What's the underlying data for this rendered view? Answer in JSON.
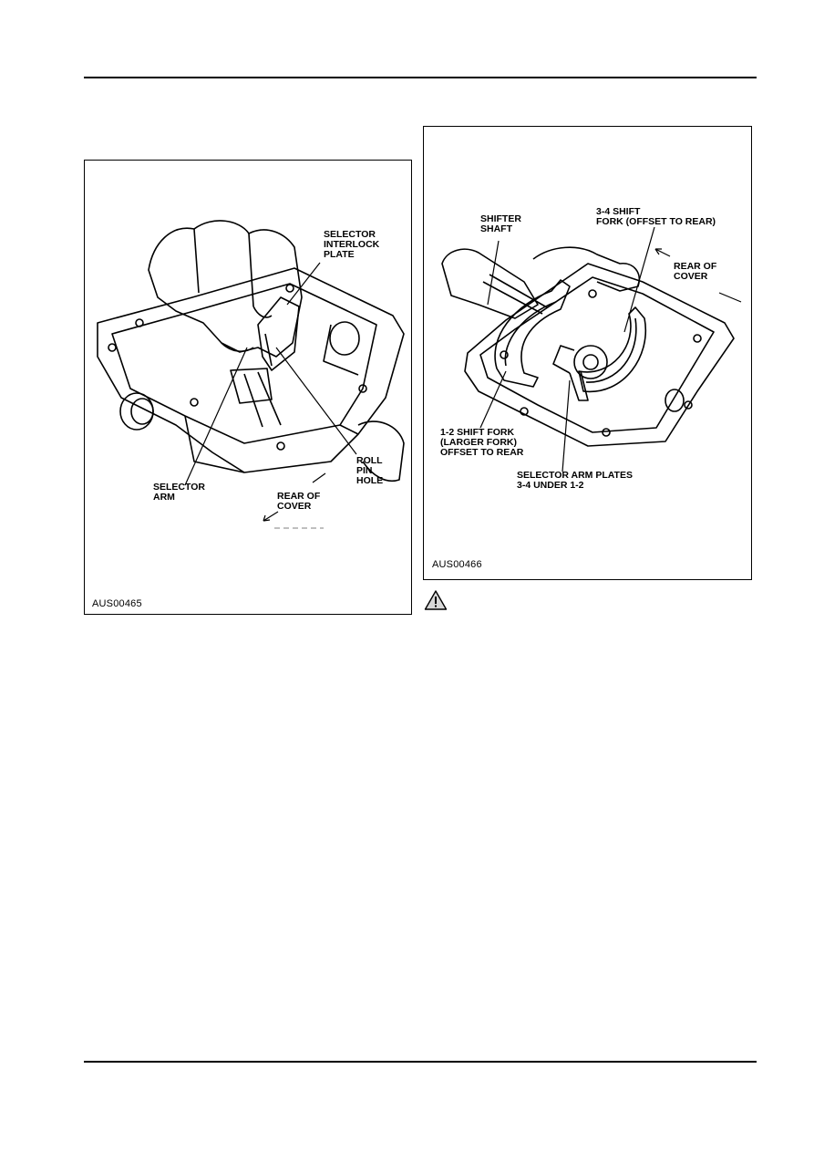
{
  "figure_left": {
    "code": "AUS00465",
    "labels": {
      "selector_interlock_plate": [
        "SELECTOR",
        "INTERLOCK",
        "PLATE"
      ],
      "roll_pin_hole": [
        "ROLL",
        "PIN",
        "HOLE"
      ],
      "selector_arm": [
        "SELECTOR",
        "ARM"
      ],
      "rear_of_cover": [
        "REAR OF",
        "COVER"
      ]
    }
  },
  "figure_right": {
    "code": "AUS00466",
    "labels": {
      "shifter_shaft": [
        "SHIFTER",
        "SHAFT"
      ],
      "shift_fork_34": [
        "3-4 SHIFT",
        "FORK (OFFSET TO REAR)"
      ],
      "rear_of_cover": [
        "REAR OF",
        "COVER"
      ],
      "shift_fork_12": [
        "1-2 SHIFT FORK",
        "(LARGER FORK)",
        "OFFSET TO REAR"
      ],
      "selector_arm_plates": [
        "SELECTOR ARM PLATES",
        "3-4 UNDER 1-2"
      ]
    }
  },
  "icons": {
    "warning": "warning-triangle-icon"
  }
}
